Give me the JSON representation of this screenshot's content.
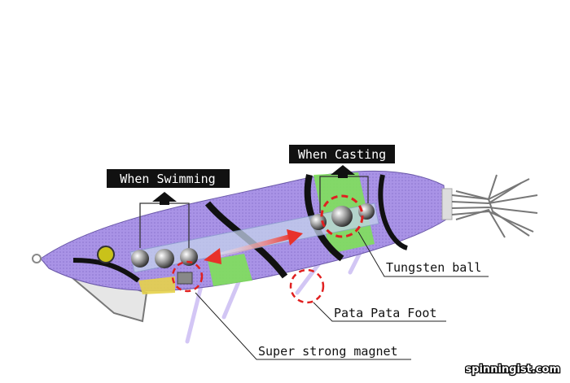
{
  "labels": {
    "when_swimming": "When Swimming",
    "when_casting": "When Casting",
    "tungsten_ball": "Tungsten ball",
    "pata_pata_foot": "Pata Pata Foot",
    "super_strong_magnet": "Super strong magnet"
  },
  "watermark": "spinningist.com",
  "colors": {
    "body": "#a58ee0",
    "stripe_green": "#7ee05a",
    "highlight": "#e02020"
  }
}
